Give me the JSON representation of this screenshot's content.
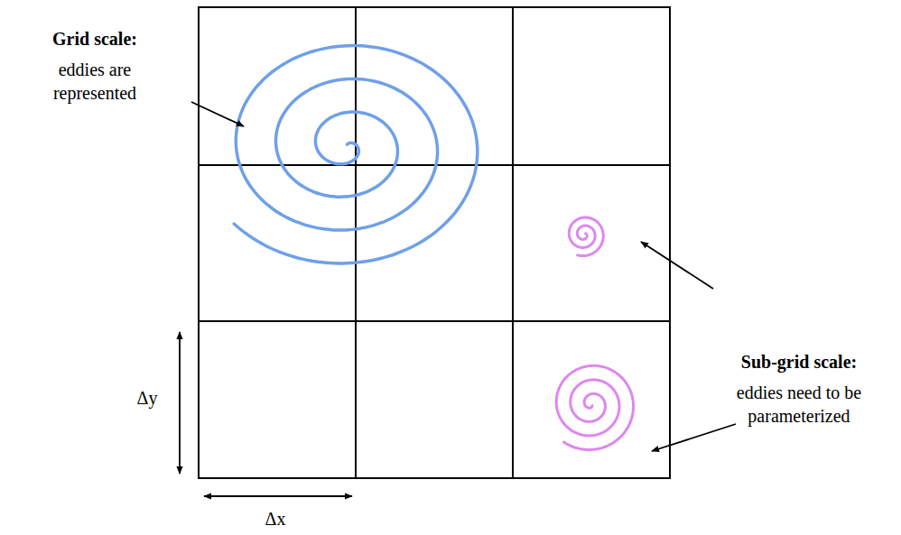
{
  "diagram": {
    "labels": [
      "Grid scale:",
      "eddies are represented",
      "Sub-grid scale:",
      "eddies need to be parameterized",
      "Δy",
      "Δx"
    ]
  }
}
